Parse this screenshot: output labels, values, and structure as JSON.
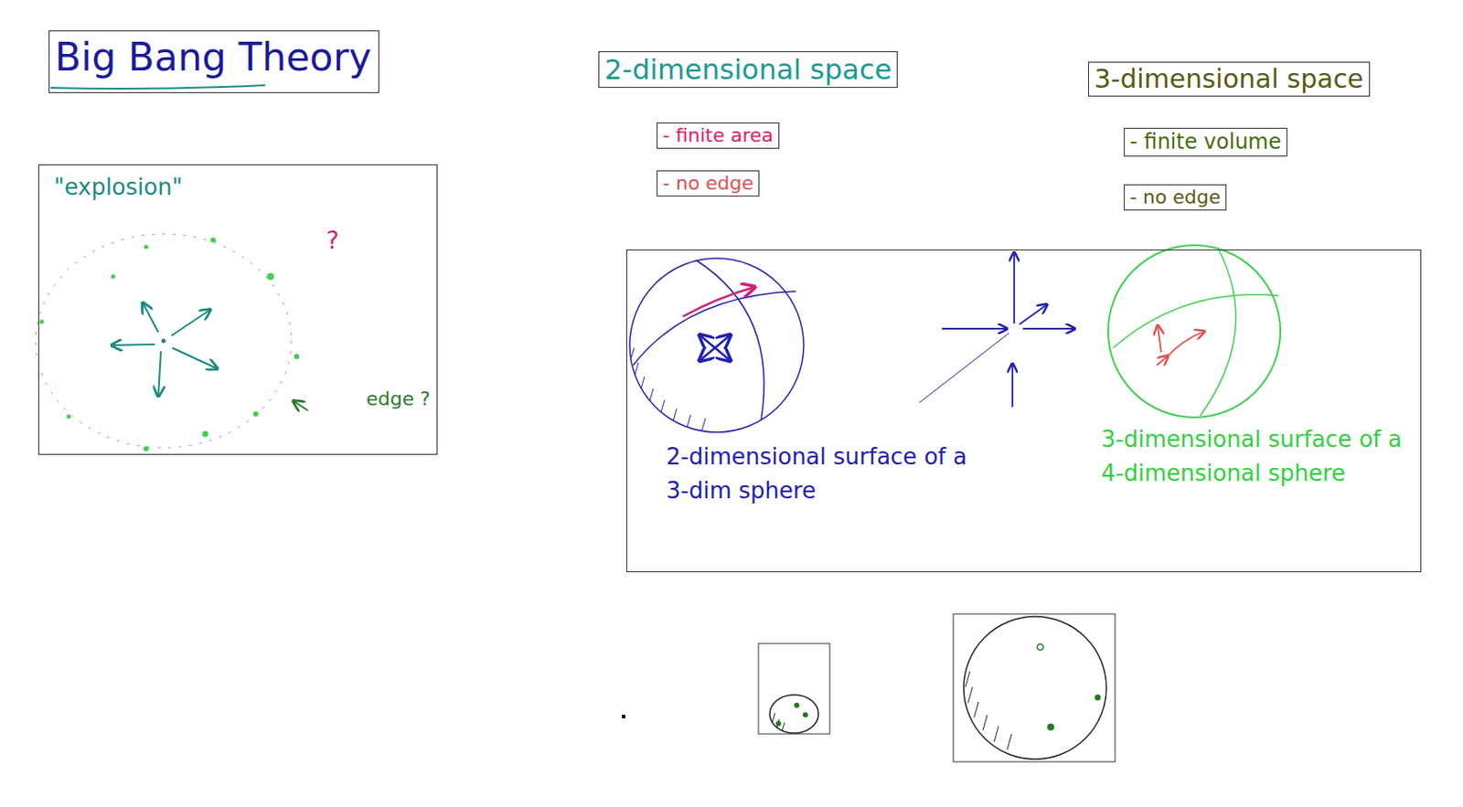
{
  "diagram": {
    "title": "Big Bang Theory",
    "nodes": [
      {
        "text": [
          "\"explosion\"",
          "?",
          "edge ?"
        ]
      },
      {
        "text": [
          "2-dimensional space"
        ]
      },
      {
        "text": [
          "- finite area"
        ]
      },
      {
        "text": [
          "- no edge"
        ]
      },
      {
        "text": [
          "3-dimensional space"
        ]
      },
      {
        "text": [
          "- finite volume"
        ]
      },
      {
        "text": [
          "- no edge"
        ]
      },
      {
        "text": [
          "2-dimensional surface of a 3-dim sphere",
          "3-dimensional surface of a 4-dimensional sphere"
        ]
      }
    ]
  }
}
